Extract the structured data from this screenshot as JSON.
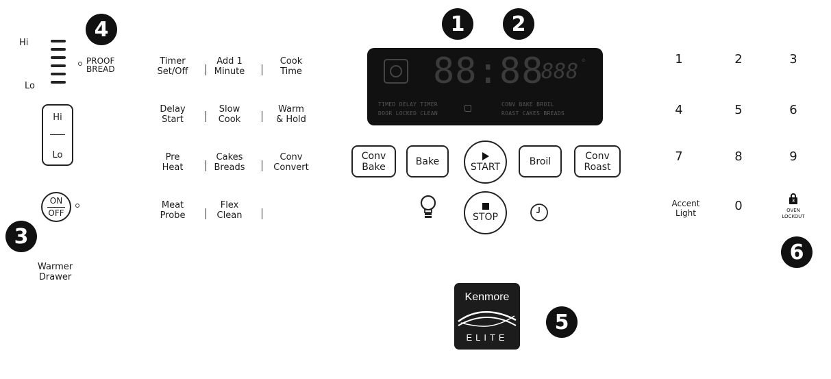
{
  "callouts": [
    "1",
    "2",
    "3",
    "4",
    "5",
    "6"
  ],
  "warmer": {
    "level_hi": "Hi",
    "level_lo": "Lo",
    "proof_label_1": "PROOF",
    "proof_label_2": "BREAD",
    "hilo_hi": "Hi",
    "hilo_lo": "Lo",
    "on_label": "ON",
    "off_label": "OFF",
    "caption_1": "Warmer",
    "caption_2": "Drawer"
  },
  "functions": [
    [
      "Timer",
      "Set/Off"
    ],
    [
      "Add 1",
      "Minute"
    ],
    [
      "Cook",
      "Time"
    ],
    [
      "Delay",
      "Start"
    ],
    [
      "Slow",
      "Cook"
    ],
    [
      "Warm",
      "& Hold"
    ],
    [
      "Pre",
      "Heat"
    ],
    [
      "Cakes",
      "Breads"
    ],
    [
      "Conv",
      "Convert"
    ],
    [
      "Meat",
      "Probe"
    ],
    [
      "Flex",
      "Clean"
    ]
  ],
  "display": {
    "time": "88:88",
    "temp": "888",
    "degree": "°",
    "row1": "TIMED  DELAY  TIMER",
    "row2": "DOOR  LOCKED  CLEAN",
    "row1b": "CONV  BAKE  BROIL",
    "row2b": "ROAST CAKES BREADS"
  },
  "mode_buttons": {
    "conv_bake": [
      "Conv",
      "Bake"
    ],
    "bake": "Bake",
    "start": "START",
    "broil": "Broil",
    "conv_roast": [
      "Conv",
      "Roast"
    ],
    "stop": "STOP"
  },
  "keypad": [
    "1",
    "2",
    "3",
    "4",
    "5",
    "6",
    "7",
    "8",
    "9"
  ],
  "keypad_bottom": {
    "accent_1": "Accent",
    "accent_2": "Light",
    "zero": "0",
    "lockout_digit": "3",
    "lockout_1": "OVEN",
    "lockout_2": "LOCKOUT"
  },
  "logo": {
    "brand": "Kenmore",
    "sub": "ELITE"
  }
}
